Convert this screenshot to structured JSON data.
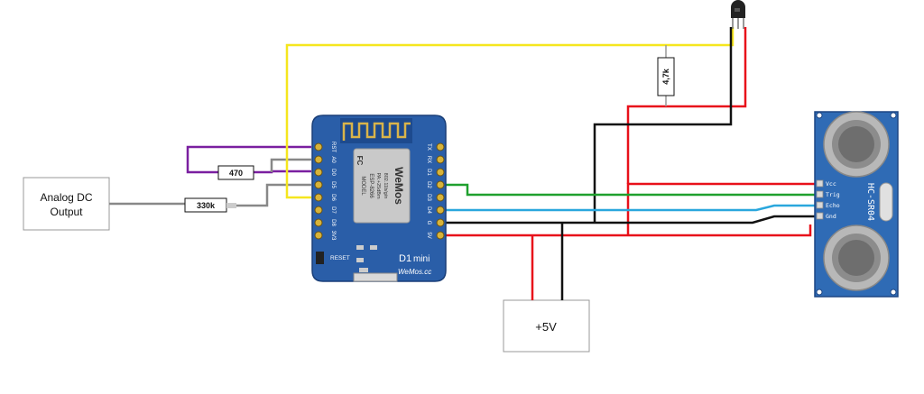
{
  "colors": {
    "yellow": "#f5e61e",
    "red": "#e8101a",
    "black": "#111111",
    "green": "#1fa02e",
    "blue": "#2aa7dd",
    "purple": "#7a1fa0",
    "grey": "#888888",
    "board": "#2a5ea8",
    "sensor": "#2f6bb5"
  },
  "boxes": {
    "analog_line1": "Analog DC",
    "analog_line2": "Output",
    "power": "+5V"
  },
  "resistors": {
    "r470": "470",
    "r330k": "330k",
    "r47k": "4,7k"
  },
  "board": {
    "model": "MODEL",
    "chip": "ESP-8266",
    "pa": "PA:+25dBm",
    "protocol": "802.11b/g/n",
    "fc": "FC",
    "logo": "WeMos",
    "reset": "RESET",
    "name_d1": "D1",
    "name_mini": "mini",
    "site": "WeMos.cc",
    "pins_left": [
      "RST",
      "A0",
      "D0",
      "D5",
      "D6",
      "D7",
      "D8",
      "3V3"
    ],
    "pins_right": [
      "TX",
      "RX",
      "D1",
      "D2",
      "D3",
      "D4",
      "G",
      "5V"
    ]
  },
  "sensor": {
    "name": "HC-SR04",
    "pins": [
      "Vcc",
      "Trig",
      "Echo",
      "Gnd"
    ]
  }
}
